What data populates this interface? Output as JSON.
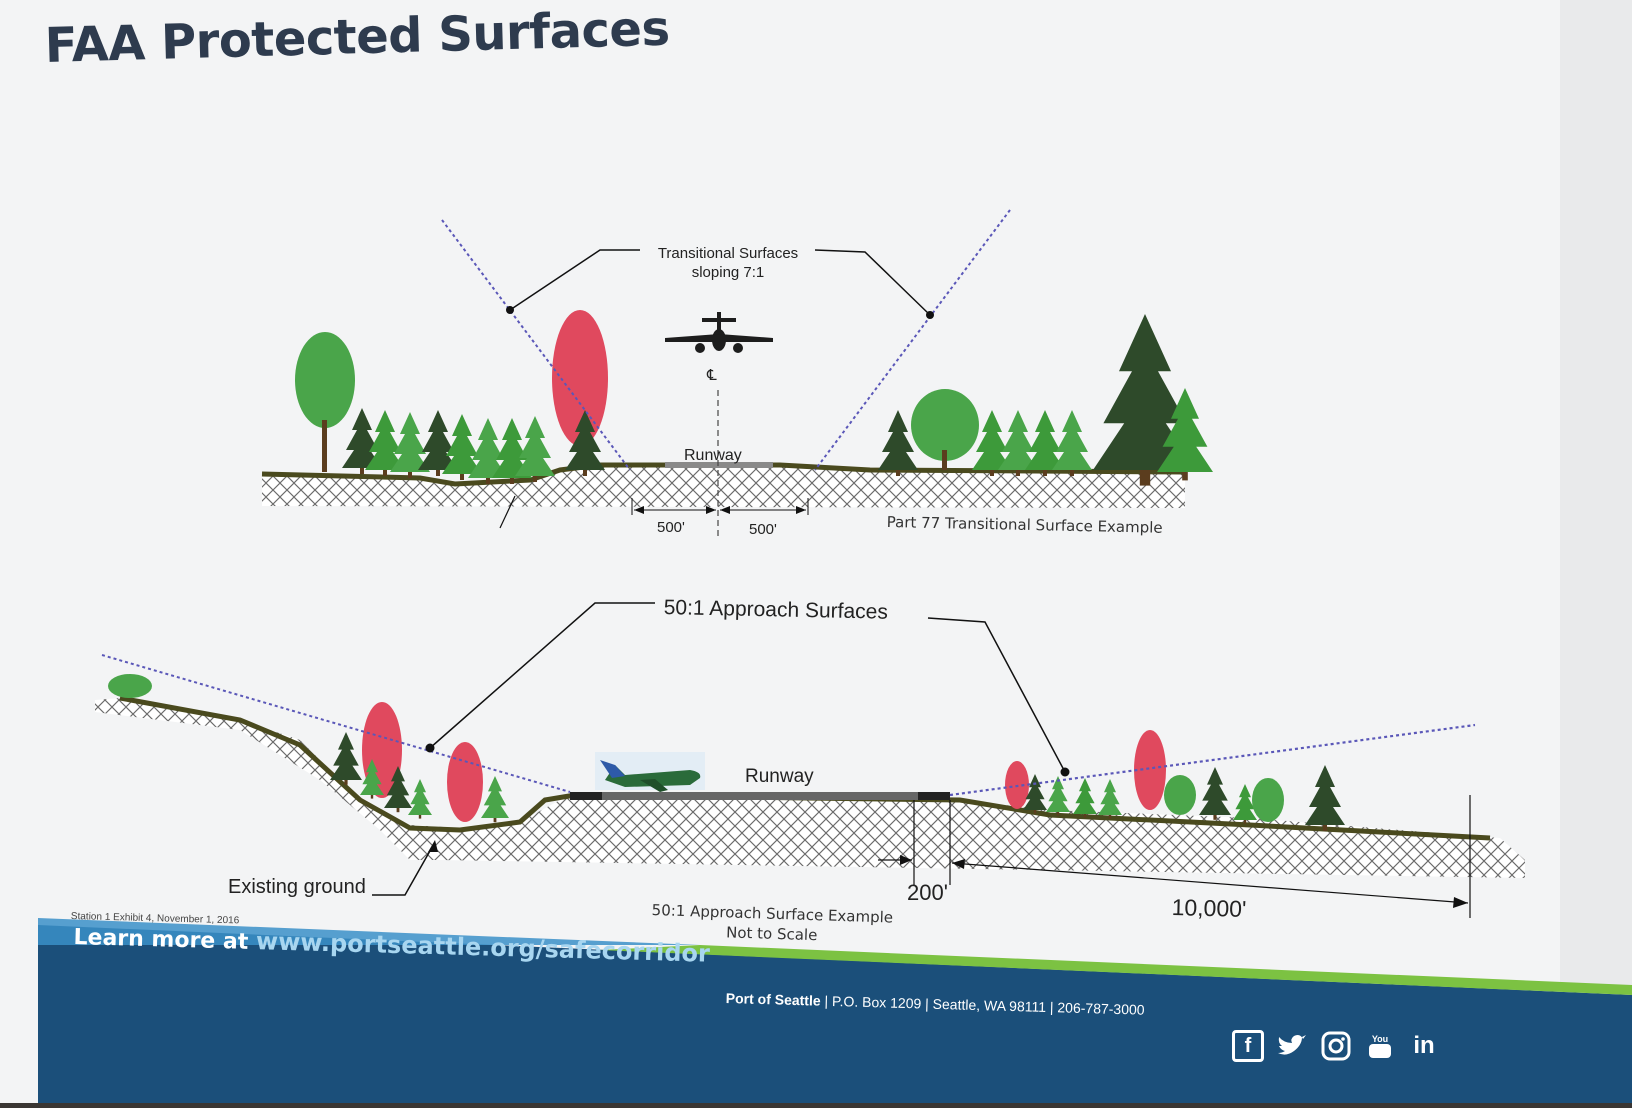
{
  "title": "FAA Protected Surfaces",
  "top_diagram": {
    "callout": "Transitional Surfaces sloping 7:1",
    "callout_line1": "Transitional Surfaces",
    "callout_line2": "sloping 7:1",
    "centerline_symbol": "℄",
    "runway_label": "Runway",
    "dim_left": "500'",
    "dim_right": "500'",
    "caption": "Part 77 Transitional Surface Example"
  },
  "bottom_diagram": {
    "callout": "50:1 Approach Surfaces",
    "runway_label": "Runway",
    "existing_ground_label": "Existing ground",
    "dim_200": "200'",
    "dim_10000": "10,000'",
    "caption_line1": "50:1 Approach Surface Example",
    "caption_line2": "Not to Scale"
  },
  "station_note": "Station 1 Exhibit 4, November 1, 2016",
  "footer": {
    "learn_prefix": "Learn more at",
    "url": "www.portseattle.org/safecorridor",
    "org": "Port of Seattle",
    "contact": " | P.O. Box 1209 | Seattle, WA 98111 | 206-787-3000",
    "social_icons": [
      "facebook-icon",
      "twitter-icon",
      "instagram-icon",
      "youtube-icon",
      "linkedin-icon"
    ]
  },
  "colors": {
    "title": "#2e3b4e",
    "footer_blue": "#1b4f7a",
    "footer_green": "#7cc242",
    "surface_line": "#5a57b8",
    "tree_green": "#3d9a3a",
    "tree_dark": "#2e4a2a",
    "tree_red": "#e0495e",
    "ground_dark": "#4a4a1e"
  }
}
